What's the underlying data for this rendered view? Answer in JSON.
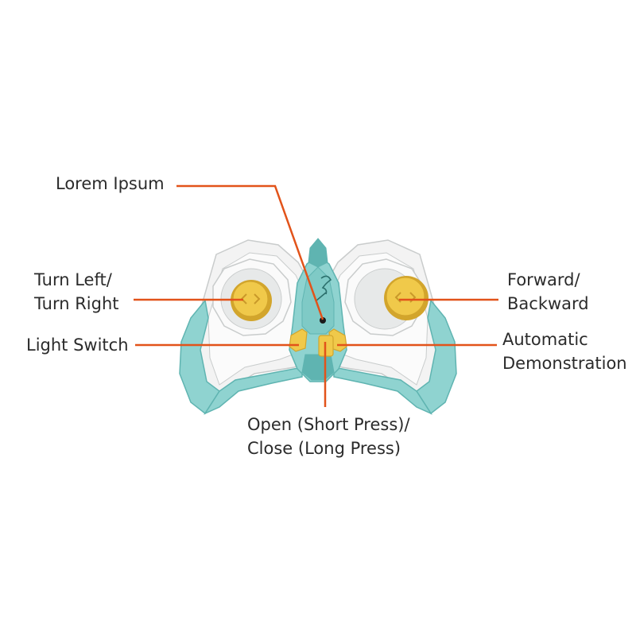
{
  "diagram": {
    "colors": {
      "callout_line": "#e2531a",
      "shell": "#f3f3f3",
      "shell_edge": "#c9cccc",
      "trim": "#8fd3d0",
      "trim_dark": "#5fb4b1",
      "stick": "#f0c94a",
      "stick_dark": "#d2a52c",
      "text": "#2b2b2b"
    },
    "callouts": {
      "lorem": {
        "lines": [
          "Lorem Ipsum"
        ]
      },
      "turn": {
        "lines": [
          "Turn Left/",
          "Turn Right"
        ]
      },
      "light": {
        "lines": [
          "Light Switch"
        ]
      },
      "forward": {
        "lines": [
          "Forward/",
          "Backward"
        ]
      },
      "automatic": {
        "lines": [
          "Automatic",
          "Demonstration"
        ]
      },
      "open": {
        "lines": [
          "Open (Short Press)/",
          "Close (Long Press)"
        ]
      }
    },
    "device": {
      "left_stick_icon": "chevron-left-right-icon",
      "right_stick_icon": "chevron-up-down-icon",
      "logo_icon": "brand-logo-icon"
    }
  }
}
